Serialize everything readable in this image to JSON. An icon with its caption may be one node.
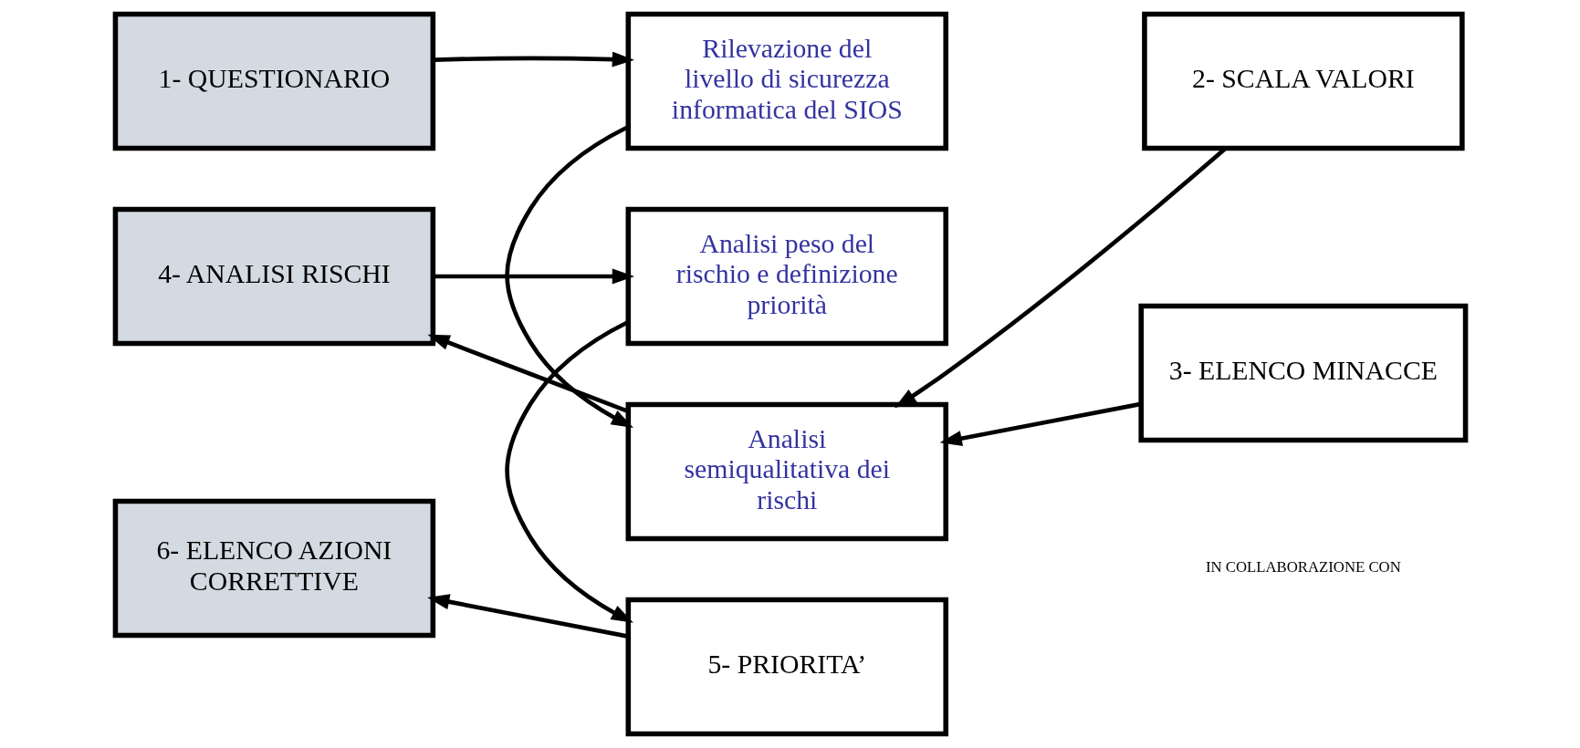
{
  "diagram": {
    "nodes": [
      {
        "text": [
          "1- QUESTIONARIO"
        ]
      },
      {
        "text": [
          "Rilevazione del livello di sicurezza informatica del SIOS"
        ]
      },
      {
        "text": [
          "2- SCALA VALORI"
        ]
      },
      {
        "text": [
          "4- ANALISI RISCHI"
        ]
      },
      {
        "text": [
          "Analisi semiqualitativa dei rischi"
        ]
      },
      {
        "text": [
          "3- ELENCO MINACCE"
        ]
      },
      {
        "text": [
          "Analisi peso del rischio e definizione priorità"
        ]
      },
      {
        "text": [
          "6- ELENCO AZIONI CORRETTIVE"
        ]
      },
      {
        "text": [
          "5- PRIORITA’"
        ]
      }
    ],
    "edges": [
      {
        "from": 0,
        "to": 1,
        "arrow": "to"
      },
      {
        "from": 1,
        "to": 4,
        "arrow": "to"
      },
      {
        "from": 2,
        "to": 4,
        "arrow": "to"
      },
      {
        "from": 5,
        "to": 4,
        "arrow": "to"
      },
      {
        "from": 4,
        "to": 3,
        "arrow": "to"
      },
      {
        "from": 3,
        "to": 6,
        "arrow": "to"
      },
      {
        "from": 6,
        "to": 8,
        "arrow": "to"
      },
      {
        "from": 8,
        "to": 7,
        "arrow": "to"
      }
    ],
    "labels": [
      "IN COLLABORAZIONE CON"
    ]
  }
}
